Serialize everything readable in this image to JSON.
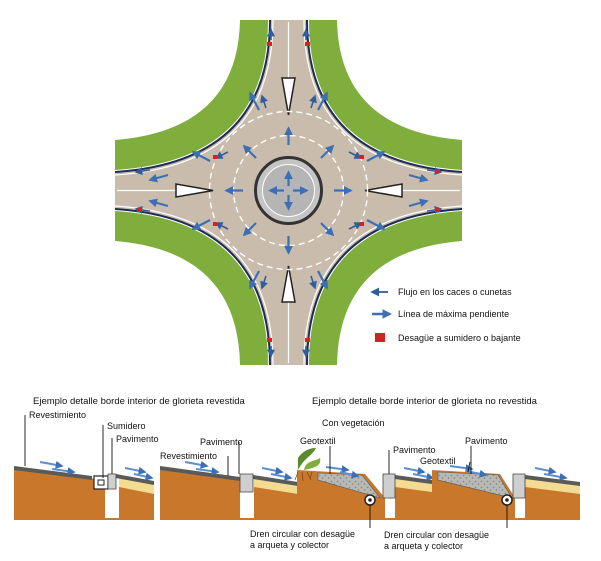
{
  "legend": {
    "flow": "Flujo en los caces o cunetas",
    "slope": "Línea de máxima pendiente",
    "drain": "Desagüe a sumidero o bajante"
  },
  "details": {
    "title_paved": "Ejemplo detalle borde interior de glorieta revestida",
    "title_unpaved": "Ejemplo detalle borde interior de glorieta no revestida",
    "with_vegetation": "Con vegetación",
    "revestimiento_1": "Revestimiento",
    "sumidero": "Sumidero",
    "pavimento_1": "Pavimento",
    "pavimento_2": "Pavimento",
    "revestimiento_2": "Revestimiento",
    "geotextil_1": "Geotextil",
    "pavimento_3": "Pavimento",
    "pavimento_4": "Pavimento",
    "geotextil_2": "Geotextil",
    "dren_1_line1": "Dren circular con desagüe",
    "dren_1_line2": "a arqueta y colector",
    "dren_2_line1": "Dren circular con desagüe",
    "dren_2_line2": "a arqueta y colector"
  },
  "colors": {
    "grass": "#7fae3c",
    "pavement": "#c9bcac",
    "soil": "#c8772b",
    "sand": "#f3dc92",
    "flow_arrow": "#2e5e9e",
    "slope_arrow": "#5b8fd0",
    "drain": "#d92020"
  }
}
